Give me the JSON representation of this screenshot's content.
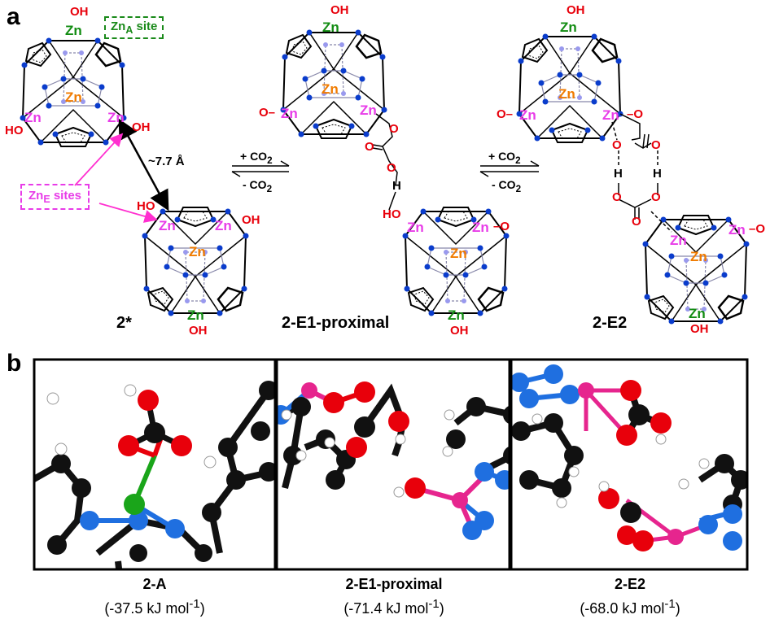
{
  "panel_a": {
    "letter": "a",
    "zna_callout": {
      "main": "Zn",
      "sub": "A",
      "rest": " site"
    },
    "zne_callout": {
      "main": "Zn",
      "sub": "E",
      "rest": " sites"
    },
    "distance": "~7.7 Å",
    "eq1": {
      "forward": "+ CO",
      "forward_sub": "2",
      "reverse": "- CO",
      "reverse_sub": "2"
    },
    "eq2": {
      "forward": "+ CO",
      "forward_sub": "2",
      "reverse": "- CO",
      "reverse_sub": "2"
    },
    "atoms": {
      "zn": "Zn",
      "oh": "OH",
      "ho": "HO",
      "o": "O",
      "h": "H",
      "o_dash": "O–",
      "dash_o": "–O"
    },
    "compounds": [
      "2*",
      "2-E1-proximal",
      "2-E2"
    ]
  },
  "panel_b": {
    "letter": "b",
    "captions": [
      {
        "title": "2-A",
        "energy": "(-37.5 kJ mol",
        "energy_sup": "-1",
        "energy_end": ")"
      },
      {
        "title": "2-E1-proximal",
        "energy": "(-71.4 kJ mol",
        "energy_sup": "-1",
        "energy_end": ")"
      },
      {
        "title": "2-E2",
        "energy": "(-68.0 kJ mol",
        "energy_sup": "-1",
        "energy_end": ")"
      }
    ]
  },
  "colors": {
    "zn_a": "#128c12",
    "zn_e": "#e83ce8",
    "zn_core": "#f07b00",
    "oxygen": "#e8000b",
    "nitrogen": "#0a3ccc",
    "carbon": "#111111",
    "model_zn": "#e6258e",
    "model_n": "#1f6fe0"
  }
}
